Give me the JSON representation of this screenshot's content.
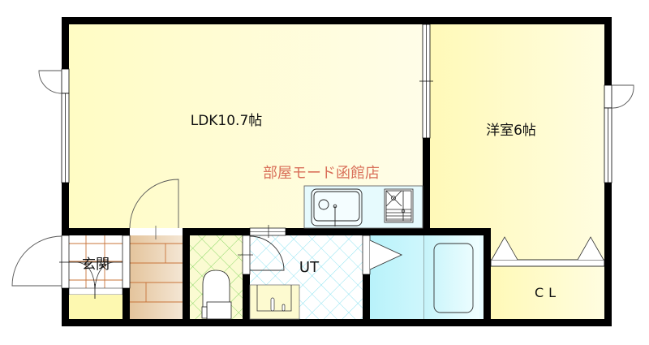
{
  "floor_plan": {
    "rooms": [
      {
        "id": "ldk",
        "label": "LDK10.7帖",
        "type": "LDK",
        "size_jo": 10.7
      },
      {
        "id": "western",
        "label": "洋室6帖",
        "type": "Western-style room",
        "size_jo": 6
      },
      {
        "id": "closet",
        "label": "ＣＬ",
        "type": "Closet"
      },
      {
        "id": "entrance",
        "label": "玄関",
        "type": "Entrance"
      },
      {
        "id": "hallway",
        "label": "",
        "type": "Hallway"
      },
      {
        "id": "toilet",
        "label": "",
        "type": "Toilet"
      },
      {
        "id": "utility",
        "label": "UT",
        "type": "Utility / washroom"
      },
      {
        "id": "bath",
        "label": "",
        "type": "Bathroom"
      }
    ],
    "fixtures": [
      "kitchen-sink",
      "stove",
      "toilet-bowl",
      "washbasin",
      "bathtub"
    ],
    "watermark": "部屋モード函館店",
    "colors": {
      "wall": "#000000",
      "room_yellow": "#fffdcc",
      "room_yellow_dark": "#fdf7b0",
      "hall_wood": "#ecd1b0",
      "wood_line": "#c8743a",
      "entrance_tile_line": "#c8743a",
      "toilet_floor": "#fbfbd2",
      "toilet_grid": "#66cc44",
      "ut_grid": "#66ddee",
      "bath": "#c4f4fa",
      "kitchen_counter": "#e6fafd",
      "watermark": "#d9705a"
    }
  }
}
